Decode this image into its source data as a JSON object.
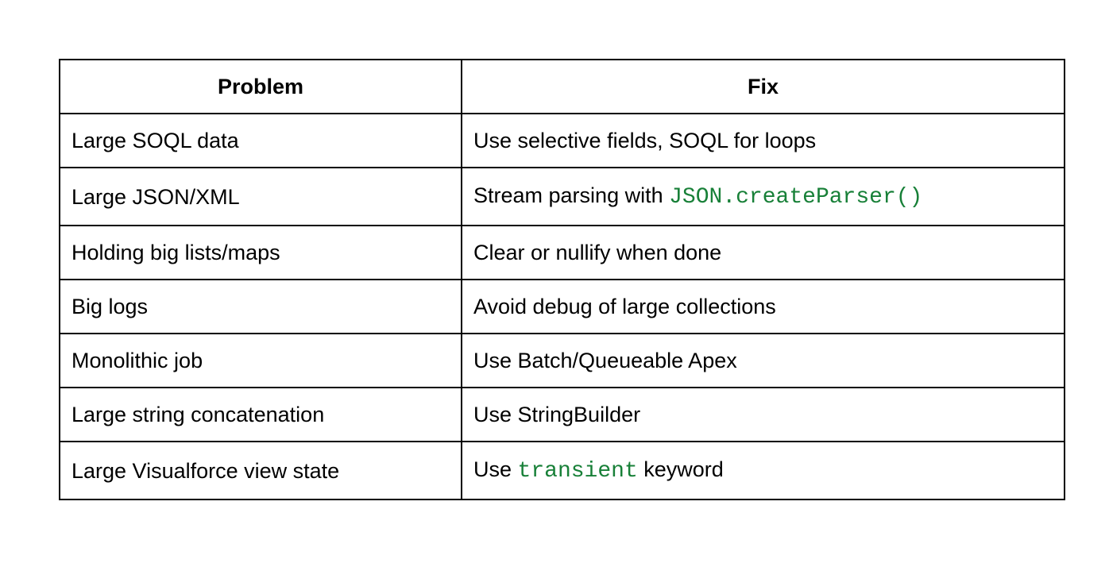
{
  "table": {
    "headers": [
      "Problem",
      "Fix"
    ],
    "rows": [
      {
        "problem": "Large SOQL data",
        "fix": [
          {
            "text": "Use selective fields, SOQL for loops"
          }
        ]
      },
      {
        "problem": "Large JSON/XML",
        "fix": [
          {
            "text": "Stream parsing with "
          },
          {
            "text": "JSON.createParser()",
            "code": true
          }
        ]
      },
      {
        "problem": "Holding big lists/maps",
        "fix": [
          {
            "text": "Clear or nullify when done"
          }
        ]
      },
      {
        "problem": "Big logs",
        "fix": [
          {
            "text": "Avoid debug of large collections"
          }
        ]
      },
      {
        "problem": "Monolithic job",
        "fix": [
          {
            "text": "Use Batch/Queueable Apex"
          }
        ]
      },
      {
        "problem": "Large string concatenation",
        "fix": [
          {
            "text": "Use StringBuilder"
          }
        ]
      },
      {
        "problem": "Large Visualforce view state",
        "fix": [
          {
            "text": "Use "
          },
          {
            "text": "transient",
            "code": true
          },
          {
            "text": " keyword"
          }
        ]
      }
    ]
  },
  "colors": {
    "code_text": "#188038",
    "border": "#000000",
    "text": "#000000"
  }
}
